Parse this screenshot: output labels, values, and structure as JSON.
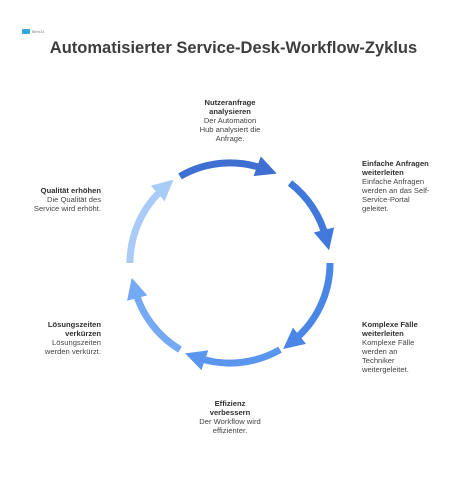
{
  "logo": {
    "text": "Bitrix24"
  },
  "title": "Automatisierter Service-Desk-Workflow-Zyklus",
  "colors": {
    "seg1": "#3f6fd0",
    "seg2": "#4178db",
    "seg3": "#4a86e6",
    "seg4": "#5a95ee",
    "seg5": "#74a9f3",
    "seg6": "#a8cbf8"
  },
  "steps": [
    {
      "title": "Nutzeranfrage\nanalysieren",
      "desc": "Der Automation\nHub analysiert die\nAnfrage."
    },
    {
      "title": "Einfache Anfragen\nweiterleiten",
      "desc": "Einfache Anfragen\nwerden an das Self-\nService-Portal\ngeleitet."
    },
    {
      "title": "Komplexe Fälle\nweiterleiten",
      "desc": "Komplexe Fälle\nwerden an\nTechniker\nweitergeleitet."
    },
    {
      "title": "Effizienz\nverbessern",
      "desc": "Der Workflow wird\neffizienter."
    },
    {
      "title": "Lösungszeiten\nverkürzen",
      "desc": "Lösungszeiten\nwerden verkürzt."
    },
    {
      "title": "Qualität erhöhen",
      "desc": "Die Qualität des\nService wird erhöht."
    }
  ]
}
